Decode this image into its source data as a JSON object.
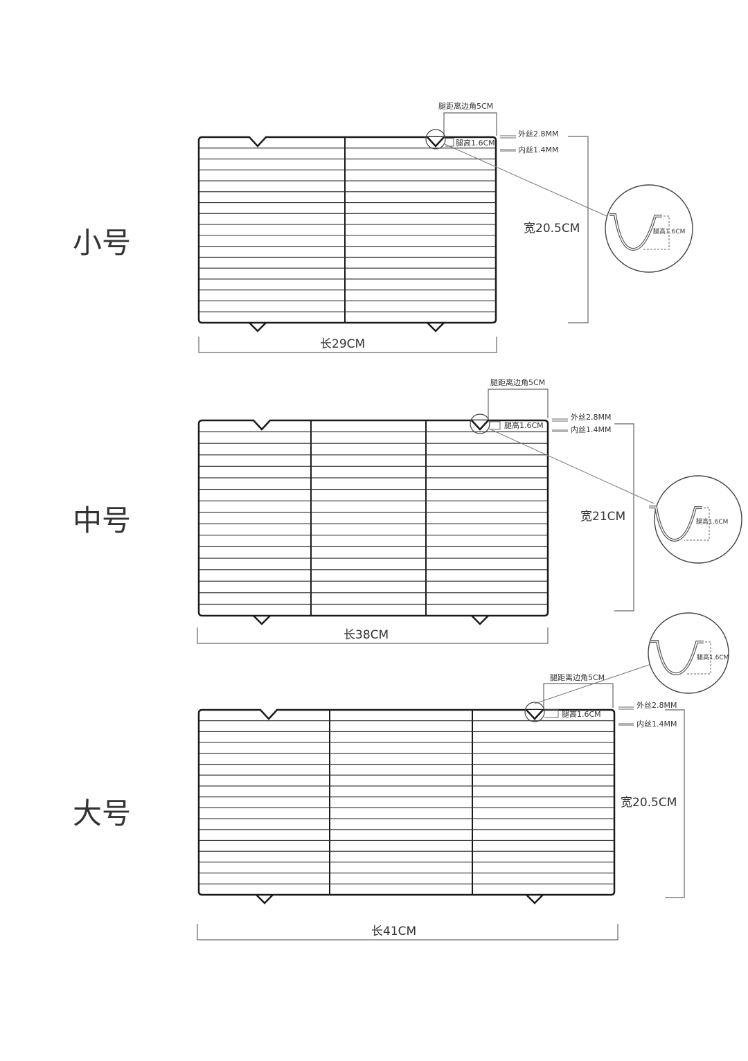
{
  "diagrams": [
    {
      "size_label": "小号",
      "length_label": "长29CM",
      "width_label": "宽20.5CM",
      "leg_offset_label": "腿距离边角5CM",
      "leg_height_label": "腿高1.6CM",
      "outer_wire_label": "外丝2.8MM",
      "inner_wire_label": "内丝1.4MM",
      "detail_leg_label": "腿高1.6CM"
    },
    {
      "size_label": "中号",
      "length_label": "长38CM",
      "width_label": "宽21CM",
      "leg_offset_label": "腿距离边角5CM",
      "leg_height_label": "腿高1.6CM",
      "outer_wire_label": "外丝2.8MM",
      "inner_wire_label": "内丝1.4MM",
      "detail_leg_label": "腿高1.6CM"
    },
    {
      "size_label": "大号",
      "length_label": "长41CM",
      "width_label": "宽20.5CM",
      "leg_offset_label": "腿距离边角5CM",
      "leg_height_label": "腿高1.6CM",
      "outer_wire_label": "外丝2.8MM",
      "inner_wire_label": "内丝1.4MM",
      "detail_leg_label": "腿高1.6CM"
    }
  ],
  "colors": {
    "rack_stroke": "#1a1a1a",
    "dimension_stroke": "#555555",
    "text": "#222222"
  }
}
